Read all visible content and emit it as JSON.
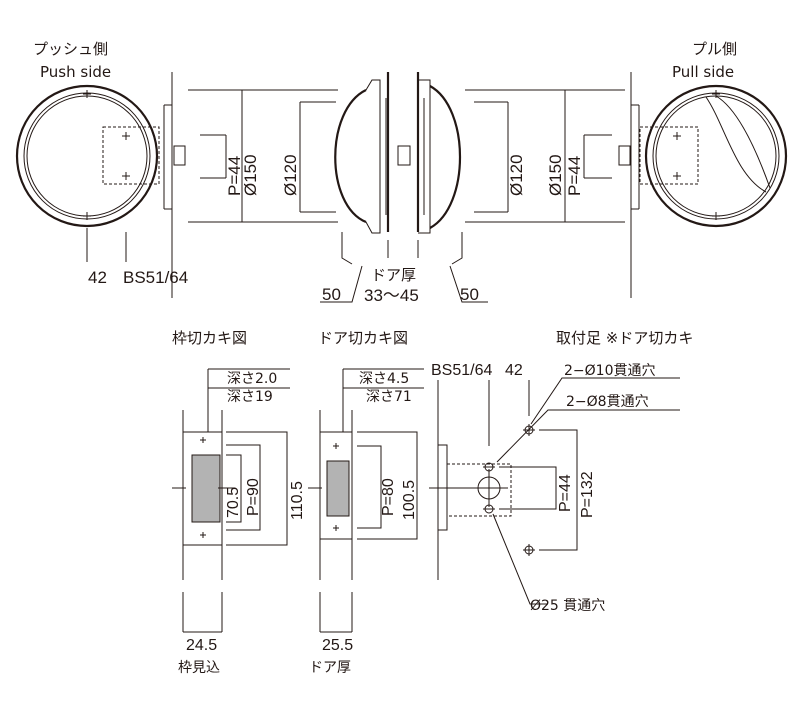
{
  "views": {
    "push_side": {
      "label_jp": "プッシュ側",
      "label_en": "Push side",
      "dim_a": "42",
      "dim_b": "BS51/64"
    },
    "pull_side": {
      "label_jp": "プル側",
      "label_en": "Pull side"
    },
    "section": {
      "left": {
        "p": "P=44",
        "d150": "Ø150",
        "d120": "Ø120"
      },
      "right": {
        "d120": "Ø120",
        "d150": "Ø150",
        "p": "P=44"
      },
      "door_thickness_label": "ドア厚",
      "door_thickness_range": "33～45",
      "left_offset": "50",
      "right_offset": "50"
    }
  },
  "cutouts": {
    "frame": {
      "title": "枠切カキ図",
      "depth1": "深さ2.0",
      "depth2": "深さ19",
      "dim_705": "70.5",
      "dim_p90": "P=90",
      "dim_1105": "110.5",
      "width": "24.5",
      "width_label": "枠見込"
    },
    "door": {
      "title": "ドア切カキ図",
      "depth1": "深さ4.5",
      "depth2": "深さ71",
      "dim_p80": "P=80",
      "dim_1005": "100.5",
      "width": "25.5",
      "width_label": "ドア厚"
    },
    "mount": {
      "title": "取付足 ※ドア切カキ",
      "bs": "BS51/64",
      "dim42": "42",
      "hole10": "2−Ø10貫通穴",
      "hole8": "2−Ø8貫通穴",
      "p44": "P=44",
      "p132": "P=132",
      "hole25": "Ø25 貫通穴"
    }
  }
}
